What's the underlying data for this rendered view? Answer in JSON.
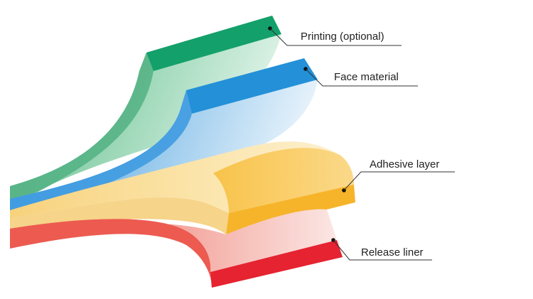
{
  "layers": [
    {
      "id": "printing",
      "label": "Printing (optional)",
      "color": "#1aa36b",
      "light": "#cfeee0"
    },
    {
      "id": "face",
      "label": "Face material",
      "color": "#2b92d8",
      "light": "#d9ecfa"
    },
    {
      "id": "adhesive",
      "label": "Adhesive layer",
      "color": "#f6b731",
      "light": "#fdf0cf"
    },
    {
      "id": "liner",
      "label": "Release liner",
      "color": "#e52f3a",
      "light": "#fbe6e6"
    }
  ]
}
